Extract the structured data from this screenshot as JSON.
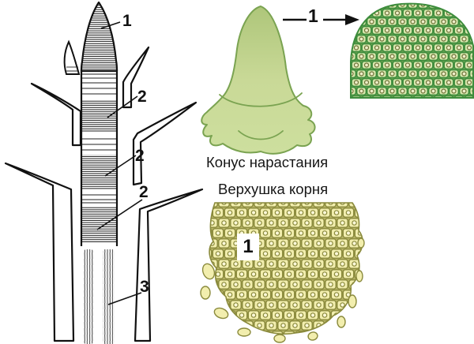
{
  "figure": {
    "type": "biology-textbook-diagram",
    "subject": "Plant growth zones: shoot apex (growth cone) and root tip meristems"
  },
  "captions": {
    "growth_cone": "Конус нарастания",
    "root_tip": "Верхушка корня"
  },
  "labels": {
    "shoot_apex": "1",
    "node_meristem_a": "2",
    "node_meristem_b": "2",
    "node_meristem_c": "2",
    "vascular_strands": "3",
    "arrow_to_cells": "1",
    "root_meristem": "1"
  },
  "colors": {
    "background": "#ffffff",
    "ink": "#141414",
    "cone_green_top": "#aec67a",
    "cone_green_bottom": "#d3e2a6",
    "cone_outline": "#7aa351",
    "green_cell_fill": "#d7e7ac",
    "green_cell_wall": "#3d8c3c",
    "green_nucleus": "#6e7338",
    "yellow_cell_fill": "#f2eeae",
    "yellow_cell_wall": "#8a8a3c"
  }
}
